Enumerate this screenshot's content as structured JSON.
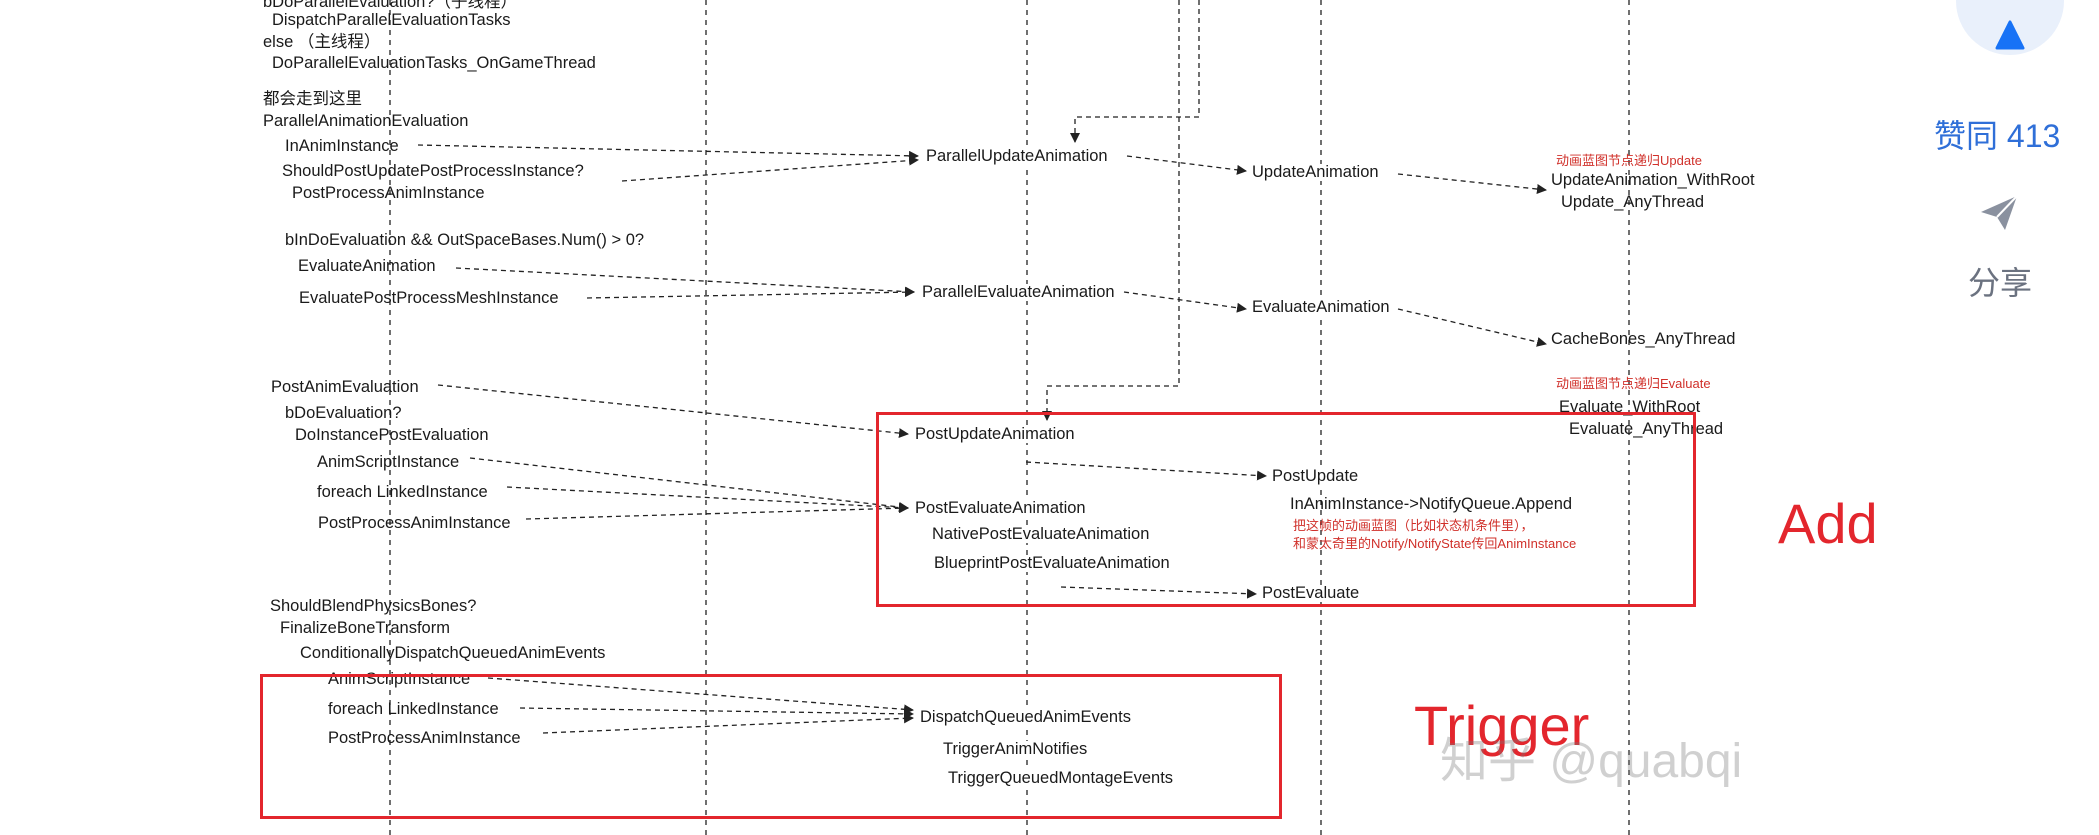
{
  "diagram": {
    "left_labels": [
      {
        "id": "l1",
        "text": "bDoParallelEvaluation?（子线程）"
      },
      {
        "id": "l2",
        "text": "DispatchParallelEvaluationTasks"
      },
      {
        "id": "l3",
        "text": "else （主线程）"
      },
      {
        "id": "l4",
        "text": "DoParallelEvaluationTasks_OnGameThread"
      },
      {
        "id": "l5",
        "text": "都会走到这里"
      },
      {
        "id": "l6",
        "text": "ParallelAnimationEvaluation"
      },
      {
        "id": "l7",
        "text": "InAnimInstance"
      },
      {
        "id": "l8",
        "text": "ShouldPostUpdatePostProcessInstance?"
      },
      {
        "id": "l9",
        "text": "PostProcessAnimInstance"
      },
      {
        "id": "l10",
        "text": "bInDoEvaluation && OutSpaceBases.Num() > 0?"
      },
      {
        "id": "l11",
        "text": "EvaluateAnimation"
      },
      {
        "id": "l12",
        "text": "EvaluatePostProcessMeshInstance"
      },
      {
        "id": "l13",
        "text": "PostAnimEvaluation"
      },
      {
        "id": "l14",
        "text": "bDoEvaluation?"
      },
      {
        "id": "l15",
        "text": "DoInstancePostEvaluation"
      },
      {
        "id": "l16",
        "text": "AnimScriptInstance"
      },
      {
        "id": "l17",
        "text": "foreach LinkedInstance"
      },
      {
        "id": "l18",
        "text": "PostProcessAnimInstance"
      },
      {
        "id": "l19",
        "text": "ShouldBlendPhysicsBones?"
      },
      {
        "id": "l20",
        "text": "FinalizeBoneTransform"
      },
      {
        "id": "l21",
        "text": "ConditionallyDispatchQueuedAnimEvents"
      },
      {
        "id": "l22",
        "text": "AnimScriptInstance"
      },
      {
        "id": "l23",
        "text": "foreach LinkedInstance"
      },
      {
        "id": "l24",
        "text": "PostProcessAnimInstance"
      }
    ],
    "mid_labels": [
      {
        "id": "m1",
        "text": "ParallelUpdateAnimation"
      },
      {
        "id": "m2",
        "text": "ParallelEvaluateAnimation"
      },
      {
        "id": "m3",
        "text": "PostUpdateAnimation"
      },
      {
        "id": "m4",
        "text": "PostEvaluateAnimation"
      },
      {
        "id": "m5",
        "text": "NativePostEvaluateAnimation"
      },
      {
        "id": "m6",
        "text": "BlueprintPostEvaluateAnimation"
      },
      {
        "id": "m7",
        "text": "DispatchQueuedAnimEvents"
      },
      {
        "id": "m8",
        "text": "TriggerAnimNotifies"
      },
      {
        "id": "m9",
        "text": "TriggerQueuedMontageEvents"
      }
    ],
    "right_labels": [
      {
        "id": "r1",
        "text": "UpdateAnimation"
      },
      {
        "id": "r2",
        "text": "EvaluateAnimation"
      },
      {
        "id": "r3",
        "text": "PostUpdate"
      },
      {
        "id": "r4",
        "text": "InAnimInstance->NotifyQueue.Append"
      },
      {
        "id": "r5",
        "text": "PostEvaluate"
      },
      {
        "id": "r6",
        "text": "UpdateAnimation_WithRoot"
      },
      {
        "id": "r7",
        "text": "Update_AnyThread"
      },
      {
        "id": "r8",
        "text": "CacheBones_AnyThread"
      },
      {
        "id": "r9",
        "text": "Evaluate_WithRoot"
      },
      {
        "id": "r10",
        "text": "Evaluate_AnyThread"
      }
    ],
    "red_notes": [
      {
        "id": "n1",
        "text": "动画蓝图节点递归Update"
      },
      {
        "id": "n2",
        "text": "动画蓝图节点递归Evaluate"
      },
      {
        "id": "n3",
        "text": "把这帧的动画蓝图（比如状态机条件里），"
      },
      {
        "id": "n4",
        "text": "和蒙太奇里的Notify/NotifyState传回AnimInstance"
      }
    ],
    "annotations": {
      "add": "Add",
      "trigger": "Trigger"
    },
    "watermark": "知乎 @quabqi",
    "colors": {
      "highlight": "#e3262d",
      "note": "#d0302a",
      "line": "#222222"
    }
  },
  "sidebar": {
    "vote_icon": "triangle-up-icon",
    "vote_label": "赞同 413",
    "share_icon": "paper-plane-icon",
    "share_label": "分享"
  }
}
